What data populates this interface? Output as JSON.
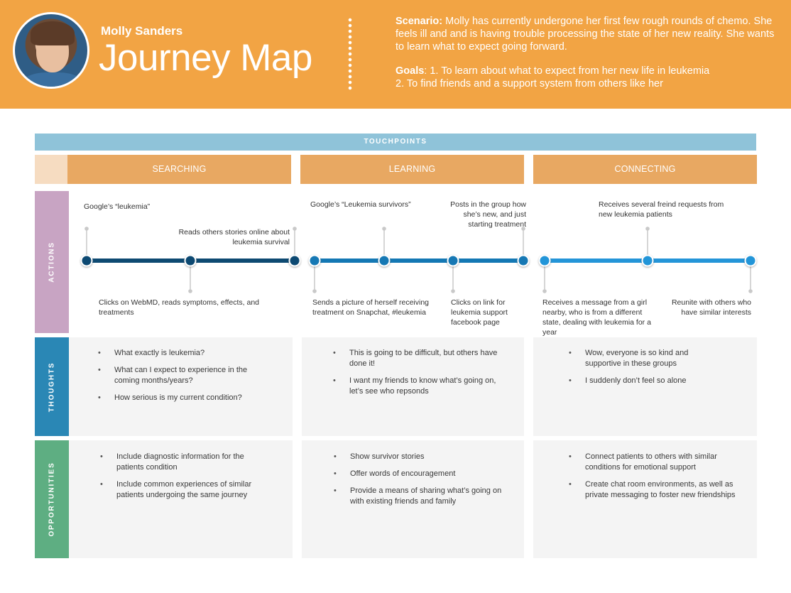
{
  "header": {
    "name": "Molly Sanders",
    "title": "Journey Map",
    "scenario_label": "Scenario:",
    "scenario_text": " Molly has currently undergone her first few rough rounds of chemo. She feels ill and and is having trouble processing the state of her new reality. She wants to learn what to expect going forward.",
    "goals_label": "Goals",
    "goals_line1": ": 1. To learn about what to expect from her new life in leukemia",
    "goals_line2": "2. To find friends and a support system from others like her"
  },
  "touchpoints_label": "TOUCHPOINTS",
  "phases": [
    "SEARCHING",
    "LEARNING",
    "CONNECTING"
  ],
  "row_labels": {
    "actions": "ACTIONS",
    "thoughts": "THOUGHTS",
    "opportunities": "OPPORTUNITIES"
  },
  "actions": {
    "searching": {
      "a1": "Google’s “leukemia”",
      "a2": "Clicks on WebMD, reads symptoms, effects, and treatments",
      "a3": "Reads others stories online about leukemia survival"
    },
    "learning": {
      "a1": "Google’s “Leukemia survivors”",
      "a2": "Sends a picture of herself receiving treatment on Snapchat, #leukemia",
      "a3": "Clicks on link for leukemia support facebook page",
      "a4": "Posts in the group how she’s new, and just starting treatment"
    },
    "connecting": {
      "a1": "Receives a message from a girl nearby, who is from a different state, dealing with leukemia for a year",
      "a2": "Receives several freind requests from new leukemia patients",
      "a3": "Reunite with others who have similar interests"
    }
  },
  "thoughts": {
    "searching": [
      "What exactly is leukemia?",
      "What can I expect to experience in the coming months/years?",
      "How serious is my current condition?"
    ],
    "learning": [
      "This is going to be difficult, but others have done it!",
      "I want my friends to know what’s going on, let’s see who repsonds"
    ],
    "connecting": [
      "Wow, everyone is so kind and supportive in these groups",
      "I suddenly don’t feel so alone"
    ]
  },
  "opportunities": {
    "searching": [
      "Include diagnostic information for the patients condition",
      "Include common experiences of similar patients undergoing the same journey"
    ],
    "learning": [
      "Show survivor stories",
      "Offer words of encouragement",
      "Provide a means of sharing what’s going on with existing friends and family"
    ],
    "connecting": [
      "Connect patients to others with similar conditions for emotional support",
      "Create chat room environments, as well as private messaging to foster new friendships"
    ]
  },
  "colors": {
    "header": "#f2a444",
    "touchpoints": "#8fc3d9",
    "phase": "#e8a862",
    "actions_label": "#c8a4c3",
    "thoughts_label": "#2a87b5",
    "opportunities_label": "#5eae82",
    "timeline_searching": "#0e4a72",
    "timeline_learning": "#1478b4",
    "timeline_connecting": "#2495d8"
  }
}
